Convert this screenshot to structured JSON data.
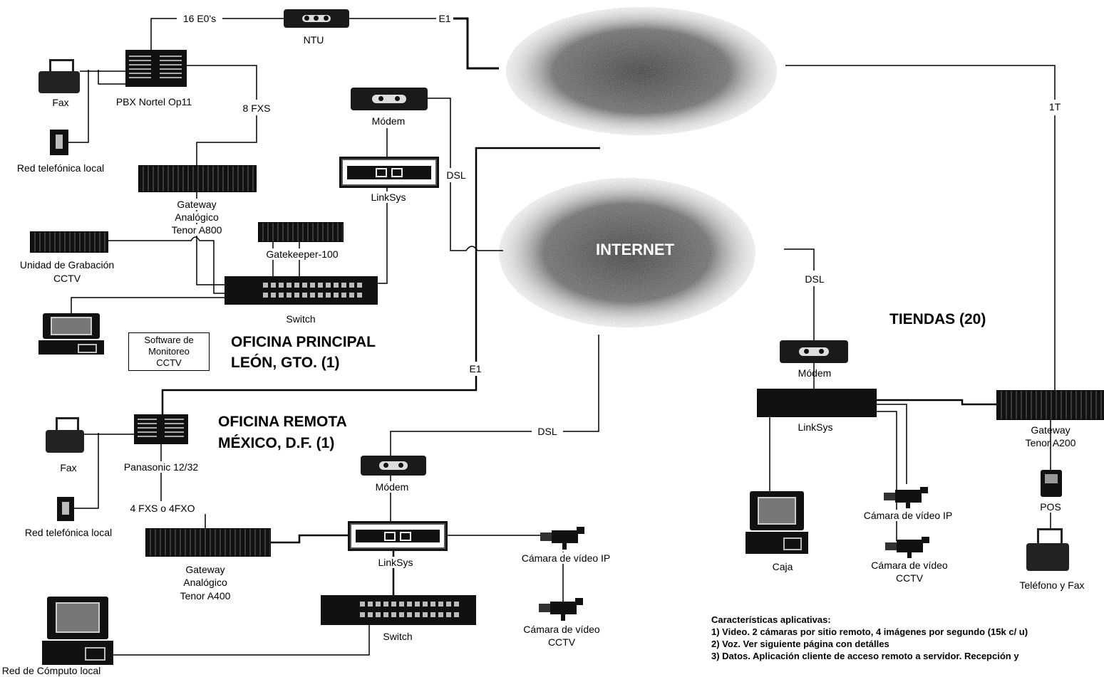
{
  "clouds": {
    "internet_label": "INTERNET"
  },
  "sections": {
    "main_office": {
      "line1": "OFICINA PRINCIPAL",
      "line2": "LEÓN, GTO. (1)"
    },
    "remote_office": {
      "line1": "OFICINA REMOTA",
      "line2": "MÉXICO, D.F. (1)"
    },
    "stores": {
      "title": "TIENDAS (20)"
    }
  },
  "links": {
    "e0s": "16 E0's",
    "e1_top": "E1",
    "fxs8": "8 FXS",
    "dsl_main": "DSL",
    "e1_remote": "E1",
    "dsl_remote": "DSL",
    "dsl_stores": "DSL",
    "t1": "1T",
    "fxs_fxo": "4 FXS o 4FXO"
  },
  "main_office": {
    "fax": "Fax",
    "pbx": "PBX Nortel Op11",
    "ntu": "NTU",
    "local_phone_net": "Red telefónica local",
    "modem": "Módem",
    "linksys": "LinkSys",
    "gateway": [
      "Gateway",
      "Analógico",
      "Tenor A800"
    ],
    "cctv_rec": [
      "Unidad de Grabación",
      "CCTV"
    ],
    "gatekeeper": "Gatekeeper-100",
    "switch": "Switch",
    "monitor_sw": [
      "Software de",
      "Monitoreo",
      "CCTV"
    ]
  },
  "remote_office": {
    "fax": "Fax",
    "pbx": "Panasonic 12/32",
    "local_phone_net": "Red telefónica local",
    "modem": "Módem",
    "linksys": "LinkSys",
    "gateway": [
      "Gateway",
      "Analógico",
      "Tenor A400"
    ],
    "ip_camera": "Cámara de vídeo IP",
    "cctv_camera": [
      "Cámara de vídeo",
      "CCTV"
    ],
    "switch": "Switch",
    "computer_net": "Red de Cómputo local"
  },
  "stores": {
    "modem": "Módem",
    "linksys": "LinkSys",
    "gateway": [
      "Gateway",
      "Tenor A200"
    ],
    "pos": "POS",
    "cash": "Caja",
    "ip_camera": "Cámara de vídeo IP",
    "cctv_camera": [
      "Cámara de vídeo",
      "CCTV"
    ],
    "phone_fax": "Teléfono y Fax"
  },
  "notes": {
    "title": "Características aplicativas:",
    "items": [
      "1) Video. 2 cámaras por sitio remoto, 4 imágenes por segundo (15k c/ u)",
      "2) Voz. Ver siguiente página con detálles",
      "3) Datos. Aplicación cliente de acceso remoto a servidor. Recepción y"
    ]
  },
  "colors": {
    "line": "#000000",
    "device": "#111111",
    "cloud": "#444444"
  }
}
